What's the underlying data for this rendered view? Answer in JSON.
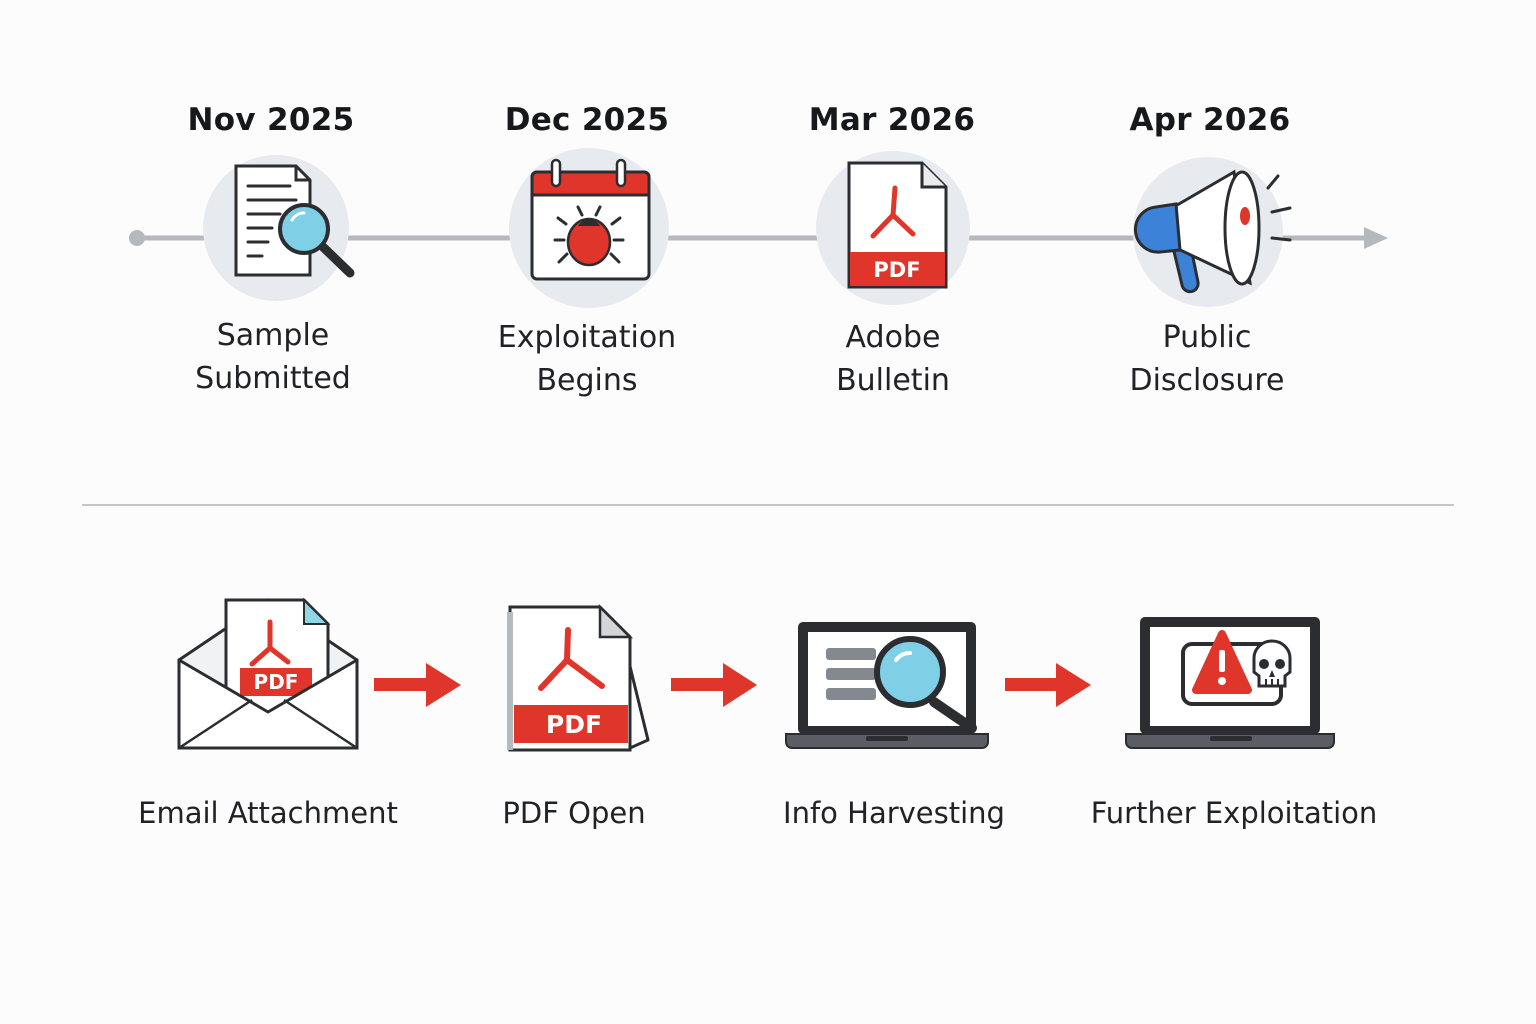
{
  "timeline": {
    "milestones": [
      {
        "date": "Nov 2025",
        "line1": "Sample",
        "line2": "Submitted",
        "icon": "document-magnifier-icon"
      },
      {
        "date": "Dec 2025",
        "line1": "Exploitation",
        "line2": "Begins",
        "icon": "calendar-bug-icon"
      },
      {
        "date": "Mar 2026",
        "line1": "Adobe",
        "line2": "Bulletin",
        "icon": "pdf-document-icon"
      },
      {
        "date": "Apr 2026",
        "line1": "Public",
        "line2": "Disclosure",
        "icon": "megaphone-icon"
      }
    ]
  },
  "flow": {
    "steps": [
      {
        "label": "Email Attachment",
        "icon": "envelope-pdf-icon",
        "badge": "PDF"
      },
      {
        "label": "PDF Open",
        "icon": "pdf-file-icon",
        "badge": "PDF"
      },
      {
        "label": "Info Harvesting",
        "icon": "laptop-magnifier-icon"
      },
      {
        "label": "Further Exploitation",
        "icon": "laptop-alert-skull-icon"
      }
    ]
  },
  "badges": {
    "pdf": "PDF"
  },
  "colors": {
    "accent_red": "#e0352b",
    "line_gray": "#b5b9bd",
    "circle_bg": "#e7eaee",
    "search_blue": "#7fcfe6",
    "megaphone_blue": "#3d82d9"
  }
}
